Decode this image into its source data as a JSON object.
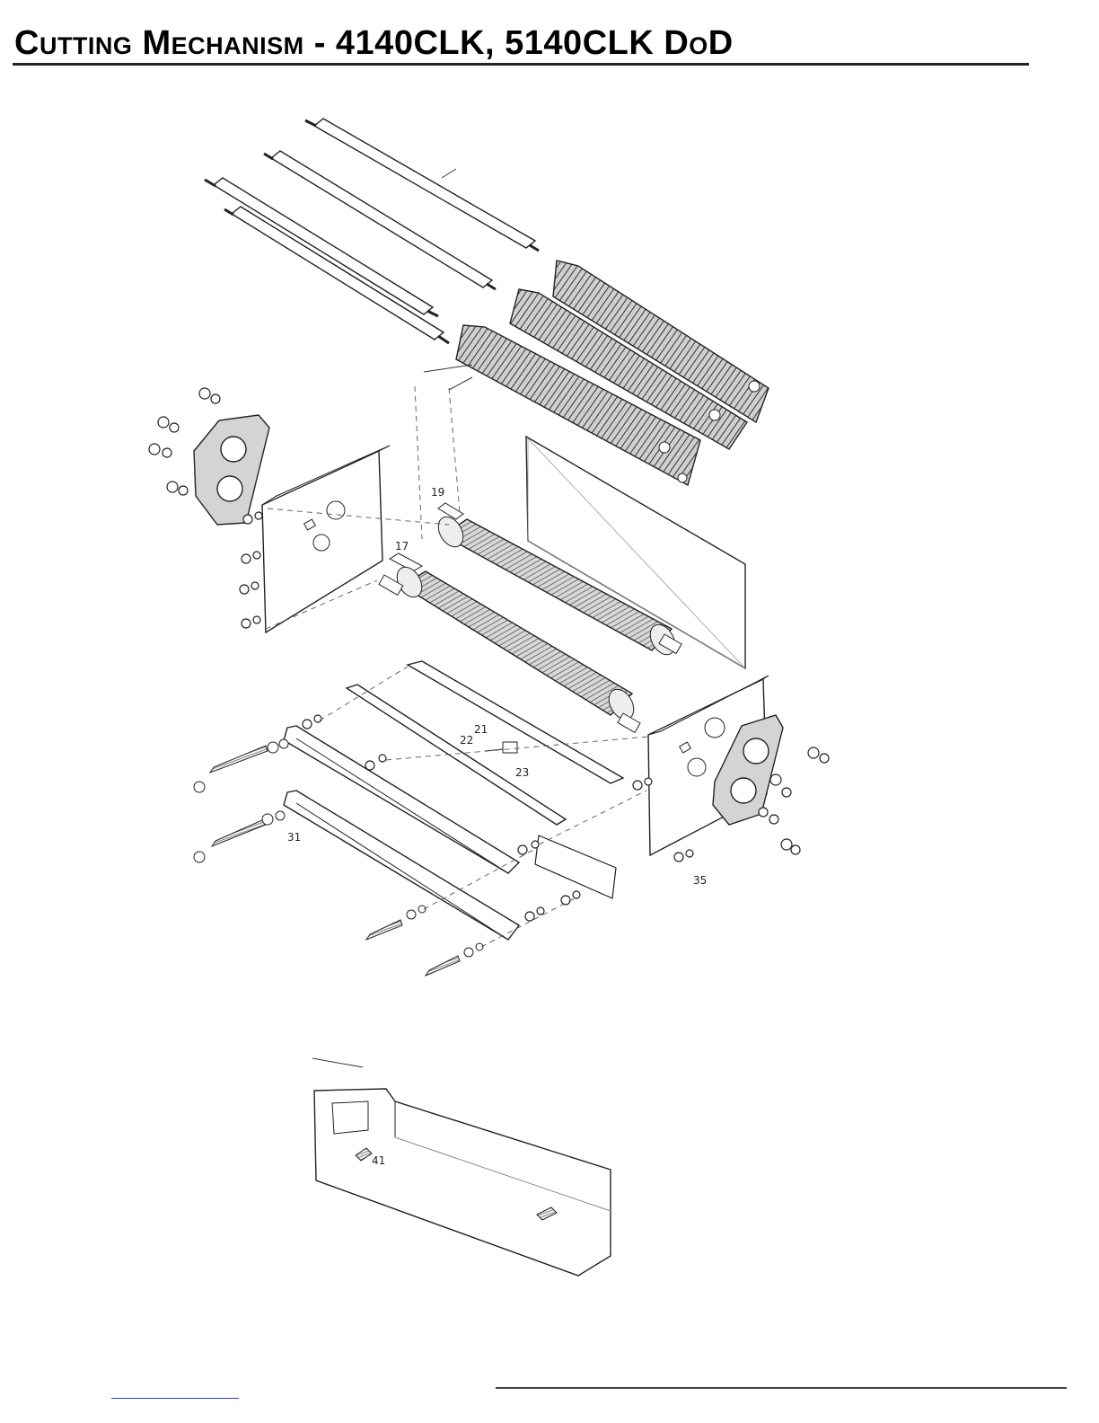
{
  "page": {
    "title": "Cutting Mechanism - 4140CLK, 5140CLK DoD"
  },
  "diagram": {
    "callouts": {
      "c17": "17",
      "c19": "19",
      "c21": "21",
      "c22": "22",
      "c23": "23",
      "c31": "31",
      "c35": "35",
      "c41": "41"
    }
  }
}
